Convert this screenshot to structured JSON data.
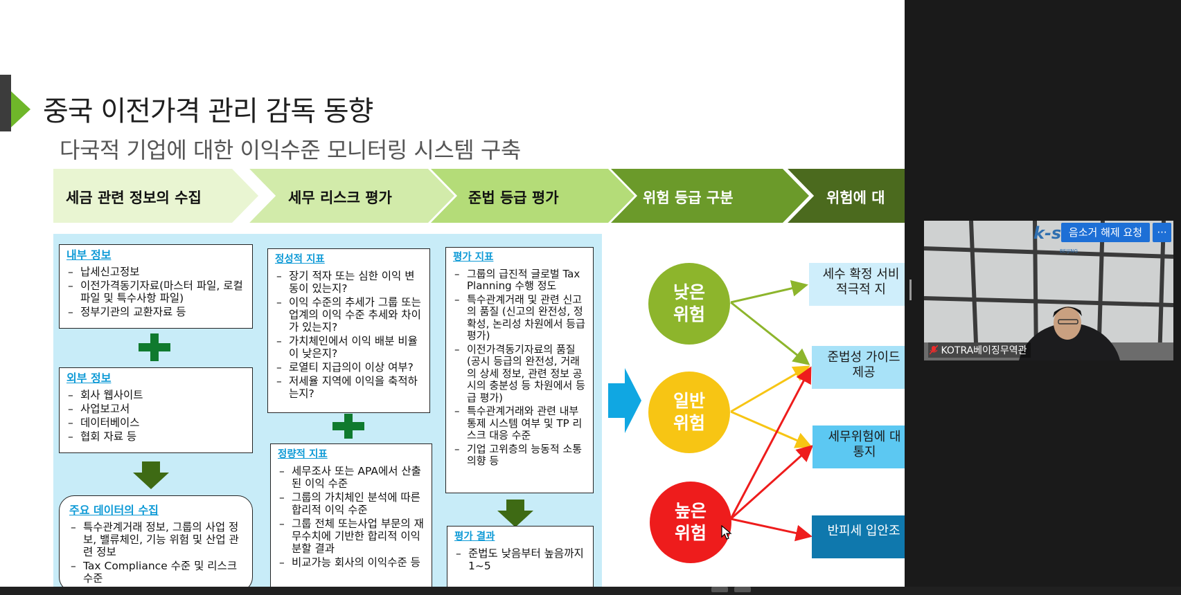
{
  "slide": {
    "title": "중국 이전가격 관리 감독 동향",
    "subtitle": "다국적 기업에 대한 이익수준 모니터링 시스템 구축",
    "steps": [
      {
        "label": "세금 관련 정보의 수집",
        "color": "#e9f5d2",
        "text_color": "#111111"
      },
      {
        "label": "세무 리스크 평가",
        "color": "#d2ebaa",
        "text_color": "#111111"
      },
      {
        "label": "준법 등급 평가",
        "color": "#b4dc78",
        "text_color": "#111111"
      },
      {
        "label": "위험 등급 구분",
        "color": "#6b9a2a",
        "text_color": "#ffffff"
      },
      {
        "label": "위험에 대",
        "color": "#4b6a1e",
        "text_color": "#ffffff"
      }
    ],
    "internal": {
      "title": "내부 정보",
      "items": [
        "납세신고정보",
        "이전가격동기자료(마스터 파일, 로컬 파일 및 특수사항 파일)",
        "정부기관의 교환자료 등"
      ]
    },
    "external": {
      "title": "외부 정보",
      "items": [
        "회사 웹사이트",
        "사업보고서",
        "데이터베이스",
        "협회 자료 등"
      ]
    },
    "main_data": {
      "title": "주요 데이터의 수집",
      "items": [
        "특수관계거래 정보, 그룹의 사업 정보, 밸류체인, 기능 위험 및 산업 관련 정보",
        "Tax Compliance 수준 및 리스크 수준"
      ]
    },
    "qualitative": {
      "title": "정성적 지표",
      "items": [
        "장기 적자 또는 심한 이익 변동이 있는지?",
        "이익 수준의 추세가 그룹 또는 업계의 이익 수준 추세와 차이가 있는지?",
        "가치체인에서 이익 배분 비율이 낮은지?",
        "로열티 지급의이 이상 여부?",
        "저세율 지역에 이익을 축적하는지?"
      ]
    },
    "quantitative": {
      "title": "정량적 지표",
      "items": [
        "세무조사 또는 APA에서 산출된 이익 수준",
        "그룹의 가치체인 분석에 따른 합리적 이익 수준",
        "그룹 전체 또는사업 부문의 재무수치에 기반한 합리적 이익 분할 결과",
        "비교가능 회사의 이익수준 등"
      ]
    },
    "eval_index": {
      "title": "평가 지표",
      "items": [
        "그룹의 급진적 글로벌 Tax Planning 수행 정도",
        "특수관계거래 및 관련 신고의 품질 (신고의 완전성, 정확성, 논리성 차원에서 등급 평가)",
        "이전가격동기자료의 품질(공시 등급의 완전성, 거래의 상세 정보, 관련 정보 공시의 충분성 등 차원에서 등급 평가)",
        "특수관계거래와 관련 내부통제 시스템 여부 및 TP 리스크 대응 수준",
        "기업 고위층의 능동적 소통 의향 등"
      ]
    },
    "eval_result": {
      "title": "평가 결과",
      "items": [
        "준법도 낮음부터 높음까지 1~5"
      ]
    },
    "risks": [
      {
        "label": "낮은\n위험",
        "color": "#8db52c"
      },
      {
        "label": "일반\n위험",
        "color": "#f7c514"
      },
      {
        "label": "높은\n위험",
        "color": "#ee1c1c"
      }
    ],
    "actions": [
      {
        "label": "세수 확정 서비\n적극적 지",
        "color": "#cfeefb"
      },
      {
        "label": "준법성 가이드\n제공",
        "color": "#a8e2f8"
      },
      {
        "label": "세무위험에 대\n통지",
        "color": "#5cc8f2"
      },
      {
        "label": "반피세 입안조",
        "color": "#0f78ad",
        "text_color": "#ffffff"
      }
    ]
  },
  "video": {
    "unmute_label": "음소거 해제 요청",
    "more_label": "···",
    "participant_name": "KOTRA베이징무역관",
    "logo_text": "k-studio",
    "logo_sub": "BEIJING"
  }
}
